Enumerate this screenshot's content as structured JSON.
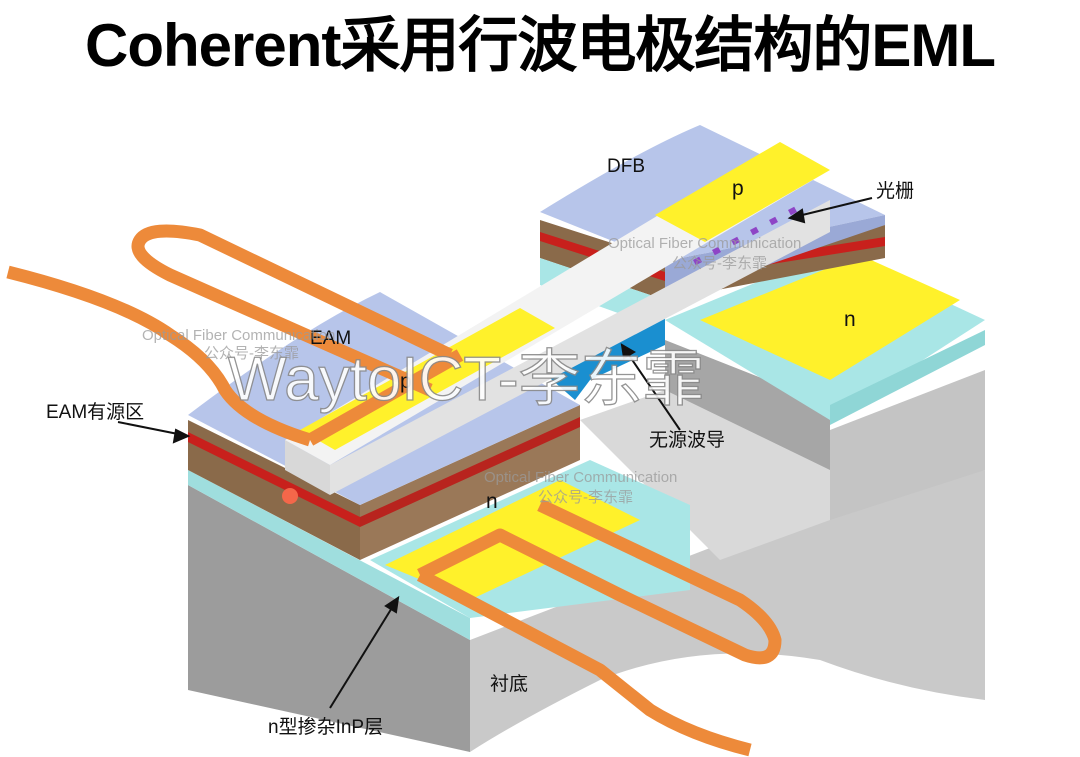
{
  "title": "Coherent采用行波电极结构的EML",
  "labels": {
    "dfb": "DFB",
    "grating": "光栅",
    "p_top": "p",
    "p_eam": "p",
    "n_right": "n",
    "n_front": "n",
    "eam": "EAM",
    "eam_active": "EAM有源区",
    "passive_waveguide": "无源波导",
    "substrate": "衬底",
    "n_inp_layer": "n型掺杂InP层"
  },
  "watermarks": {
    "main": "WaytoICT-李东霏",
    "small": [
      {
        "line1": "Optical Fiber Communication",
        "line2": "公众号-李东霏"
      },
      {
        "line1": "Optical Fiber Communication",
        "line2": "公众号-李东霏"
      },
      {
        "line1": "Optical Fiber Communication",
        "line2": "公众号-李东霏"
      }
    ]
  },
  "colors": {
    "top_face": "#b7c5ea",
    "substrate_front": "#9a9a9a",
    "substrate_side": "#c6c6c6",
    "cyan_layer": "#a9e6e6",
    "yellow_contact": "#fff12b",
    "electrode": "#ed8a3a",
    "ridge": "#ececec",
    "passive_wg": "#1a8fd0",
    "red_layer": "#c8201c",
    "grating": "#8e45c6"
  }
}
